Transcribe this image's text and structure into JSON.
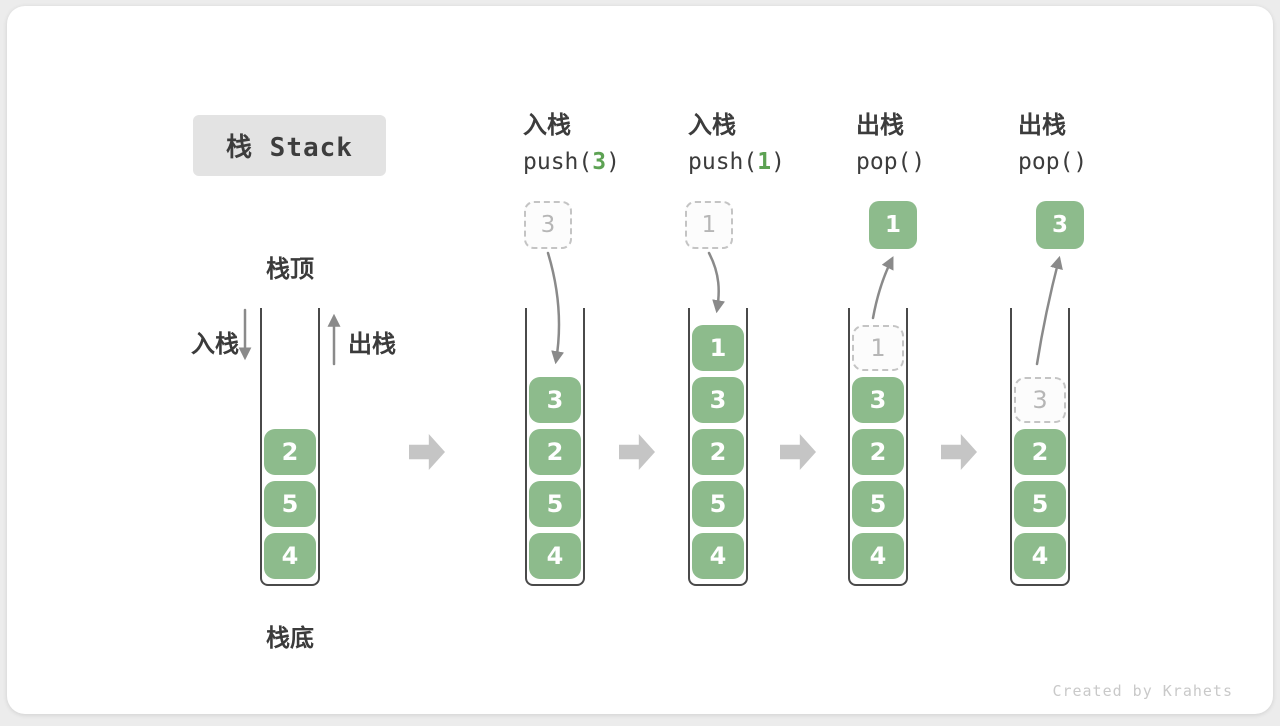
{
  "title": {
    "label": "栈 Stack"
  },
  "legend": {
    "top_label": "栈顶",
    "bottom_label": "栈底",
    "push_label": "入栈",
    "pop_label": "出栈"
  },
  "operations": [
    {
      "name_cn": "入栈",
      "code_prefix": "push(",
      "code_arg": "3",
      "code_suffix": ")"
    },
    {
      "name_cn": "入栈",
      "code_prefix": "push(",
      "code_arg": "1",
      "code_suffix": ")"
    },
    {
      "name_cn": "出栈",
      "code_prefix": "pop(",
      "code_arg": "",
      "code_suffix": ")"
    },
    {
      "name_cn": "出栈",
      "code_prefix": "pop(",
      "code_arg": "",
      "code_suffix": ")"
    }
  ],
  "stacks": [
    {
      "boxes": [
        {
          "value": "2"
        },
        {
          "value": "5"
        },
        {
          "value": "4"
        }
      ]
    },
    {
      "floating": {
        "value": "3",
        "style": "ghost"
      },
      "boxes": [
        {
          "value": "3"
        },
        {
          "value": "2"
        },
        {
          "value": "5"
        },
        {
          "value": "4"
        }
      ]
    },
    {
      "floating": {
        "value": "1",
        "style": "ghost"
      },
      "boxes": [
        {
          "value": "1"
        },
        {
          "value": "3"
        },
        {
          "value": "2"
        },
        {
          "value": "5"
        },
        {
          "value": "4"
        }
      ]
    },
    {
      "floating": {
        "value": "1",
        "style": "solid"
      },
      "boxes": [
        {
          "value": "1",
          "ghost": true
        },
        {
          "value": "3"
        },
        {
          "value": "2"
        },
        {
          "value": "5"
        },
        {
          "value": "4"
        }
      ]
    },
    {
      "floating": {
        "value": "3",
        "style": "solid"
      },
      "boxes": [
        {
          "value": "3",
          "ghost": true
        },
        {
          "value": "2"
        },
        {
          "value": "5"
        },
        {
          "value": "4"
        }
      ]
    }
  ],
  "icons": {
    "push_arrow_icon": "down-arrow",
    "pop_arrow_icon": "up-arrow",
    "block_arrow_icon": "thick-right-arrow"
  },
  "colors": {
    "box_green": "#8dbb8c",
    "code_arg_green": "#5da253",
    "block_arrow_gray": "#c5c5c5",
    "container_border": "#4a4a4a",
    "ghost_gray": "#c4c4c4",
    "text_dark": "#3c3c3c"
  },
  "watermark": {
    "label": "Created by Krahets"
  }
}
